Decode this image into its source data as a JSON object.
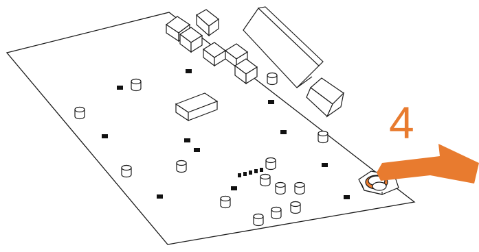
{
  "diagram": {
    "step_number": "4",
    "colors": {
      "accent": "#e87b2f",
      "outline": "#1a1a1a",
      "fill": "#ffffff"
    },
    "elements": [
      "circuit-board",
      "connector-block",
      "capacitors",
      "chips",
      "coin-cell-battery",
      "removal-arrow"
    ]
  }
}
